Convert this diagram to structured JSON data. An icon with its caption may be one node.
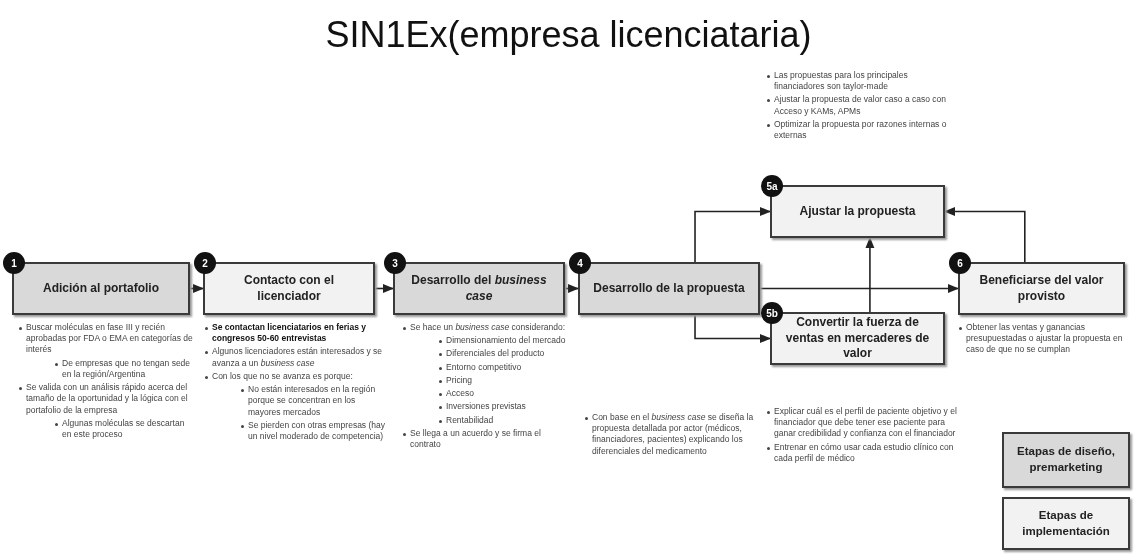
{
  "diagram": {
    "title": "SIN1Ex(empresa licenciataria)",
    "nodes": [
      {
        "text": [
          "1",
          "Adición al portafolio"
        ],
        "beside": [
          "Buscar moléculas en fase III y recién aprobadas por FDA o EMA en categorías de interés",
          "De empresas que no tengan sede en la región/Argentina",
          "Se valida con un análisis rápido acerca del tamaño de la oportunidad y la lógica con el portafolio de la empresa",
          "Algunas moléculas se descartan en este proceso"
        ]
      },
      {
        "text": [
          "2",
          "Contacto con el licenciador"
        ],
        "beside": [
          "**Se contactan licenciatarios en ferias y congresos 50-60 entrevistas**",
          "Algunos licenciadores están interesados y se avanza a un *business case*",
          "Con los que no se avanza es porque:",
          "No están interesados en la región porque se concentran en los mayores mercados",
          "Se pierden con otras empresas (hay un nivel moderado de competencia)"
        ]
      },
      {
        "text": [
          "3",
          "Desarrollo del *business case*"
        ],
        "beside": [
          "Se hace un *business case* considerando:",
          "Dimensionamiento del mercado",
          "Diferenciales del producto",
          "Entorno competitivo",
          "Pricing",
          "Acceso",
          "Inversiones previstas",
          "Rentabilidad",
          "Se llega a un acuerdo y se firma el contrato"
        ]
      },
      {
        "text": [
          "4",
          "Desarrollo de la propuesta"
        ]
      },
      {
        "text": [
          "5a",
          "Ajustar la propuesta"
        ],
        "beside": [
          "Las propuestas para los principales financiadores son taylor-made",
          "Ajustar la propuesta de valor caso a caso con Acceso y KAMs, APMs",
          "Optimizar la propuesta por razones internas o externas"
        ]
      },
      {
        "text": [
          "5b",
          "Convertir la fuerza de ventas en mercaderes de valor"
        ],
        "beside": [
          "Explicar cuál es el perfil de paciente objetivo y el financiador que debe tener ese paciente para ganar credibilidad y confianza con el financiador",
          "Entrenar en cómo usar cada estudio clínico con cada perfil de médico"
        ]
      },
      {
        "text": [
          "6",
          "Beneficiarse del valor provisto"
        ],
        "beside": [
          "Obtener las ventas y ganancias presupuestadas o ajustar la propuesta en caso de que no se cumplan"
        ]
      }
    ],
    "edges": [
      {
        "from": 0,
        "to": 1,
        "arrow": "to"
      },
      {
        "from": 1,
        "to": 2,
        "arrow": "to"
      },
      {
        "from": 2,
        "to": 3,
        "arrow": "to"
      },
      {
        "from": 3,
        "to": 6,
        "arrow": "to"
      },
      {
        "from": 3,
        "to": 4,
        "arrow": "to"
      },
      {
        "from": 3,
        "to": 5,
        "arrow": "to"
      },
      {
        "from": 5,
        "to": 4,
        "arrow": "to"
      },
      {
        "from": 6,
        "to": 4,
        "arrow": "to"
      }
    ],
    "labels": [
      "Con base en el *business case* se diseña la propuesta detallada por actor (médicos, financiadores, pacientes) explicando los diferenciales del medicamento"
    ],
    "legend": [
      {
        "text": "Etapas de diseño, premarketing",
        "color": "#d9d9d9"
      },
      {
        "text": "Etapas de implementación",
        "color": "#f2f2f2"
      }
    ]
  }
}
